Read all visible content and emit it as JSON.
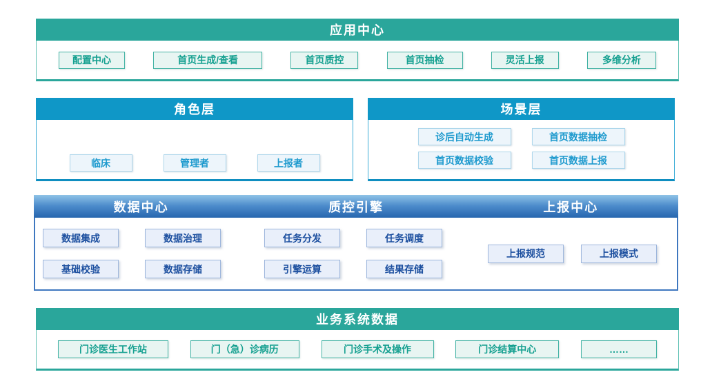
{
  "palette": {
    "teal": "#2aa69b",
    "blue": "#0f97c7",
    "gradient_blue_top": "#8fc3e7",
    "gradient_blue_bottom": "#2766af",
    "teal_chip_text": "#15a090",
    "blue_chip_text": "#1e9ace",
    "navy_chip_text": "#1c4f9f"
  },
  "app_center": {
    "title": "应用中心",
    "items": [
      "配置中心",
      "首页生成/查看",
      "首页质控",
      "首页抽检",
      "灵活上报",
      "多维分析"
    ]
  },
  "role_layer": {
    "title": "角色层",
    "items": [
      "临床",
      "管理者",
      "上报者"
    ]
  },
  "scene_layer": {
    "title": "场景层",
    "items": [
      "诊后自动生成",
      "首页数据抽检",
      "首页数据校验",
      "首页数据上报"
    ]
  },
  "middle_band": {
    "columns": [
      {
        "title": "数据中心",
        "items": [
          "数据集成",
          "数据治理",
          "基础校验",
          "数据存储"
        ]
      },
      {
        "title": "质控引擎",
        "items": [
          "任务分发",
          "任务调度",
          "引擎运算",
          "结果存储"
        ]
      },
      {
        "title": "上报中心",
        "items": [
          "上报规范",
          "上报模式"
        ]
      }
    ]
  },
  "business_layer": {
    "title": "业务系统数据",
    "items": [
      "门诊医生工作站",
      "门（急）诊病历",
      "门诊手术及操作",
      "门诊结算中心",
      "……"
    ]
  }
}
